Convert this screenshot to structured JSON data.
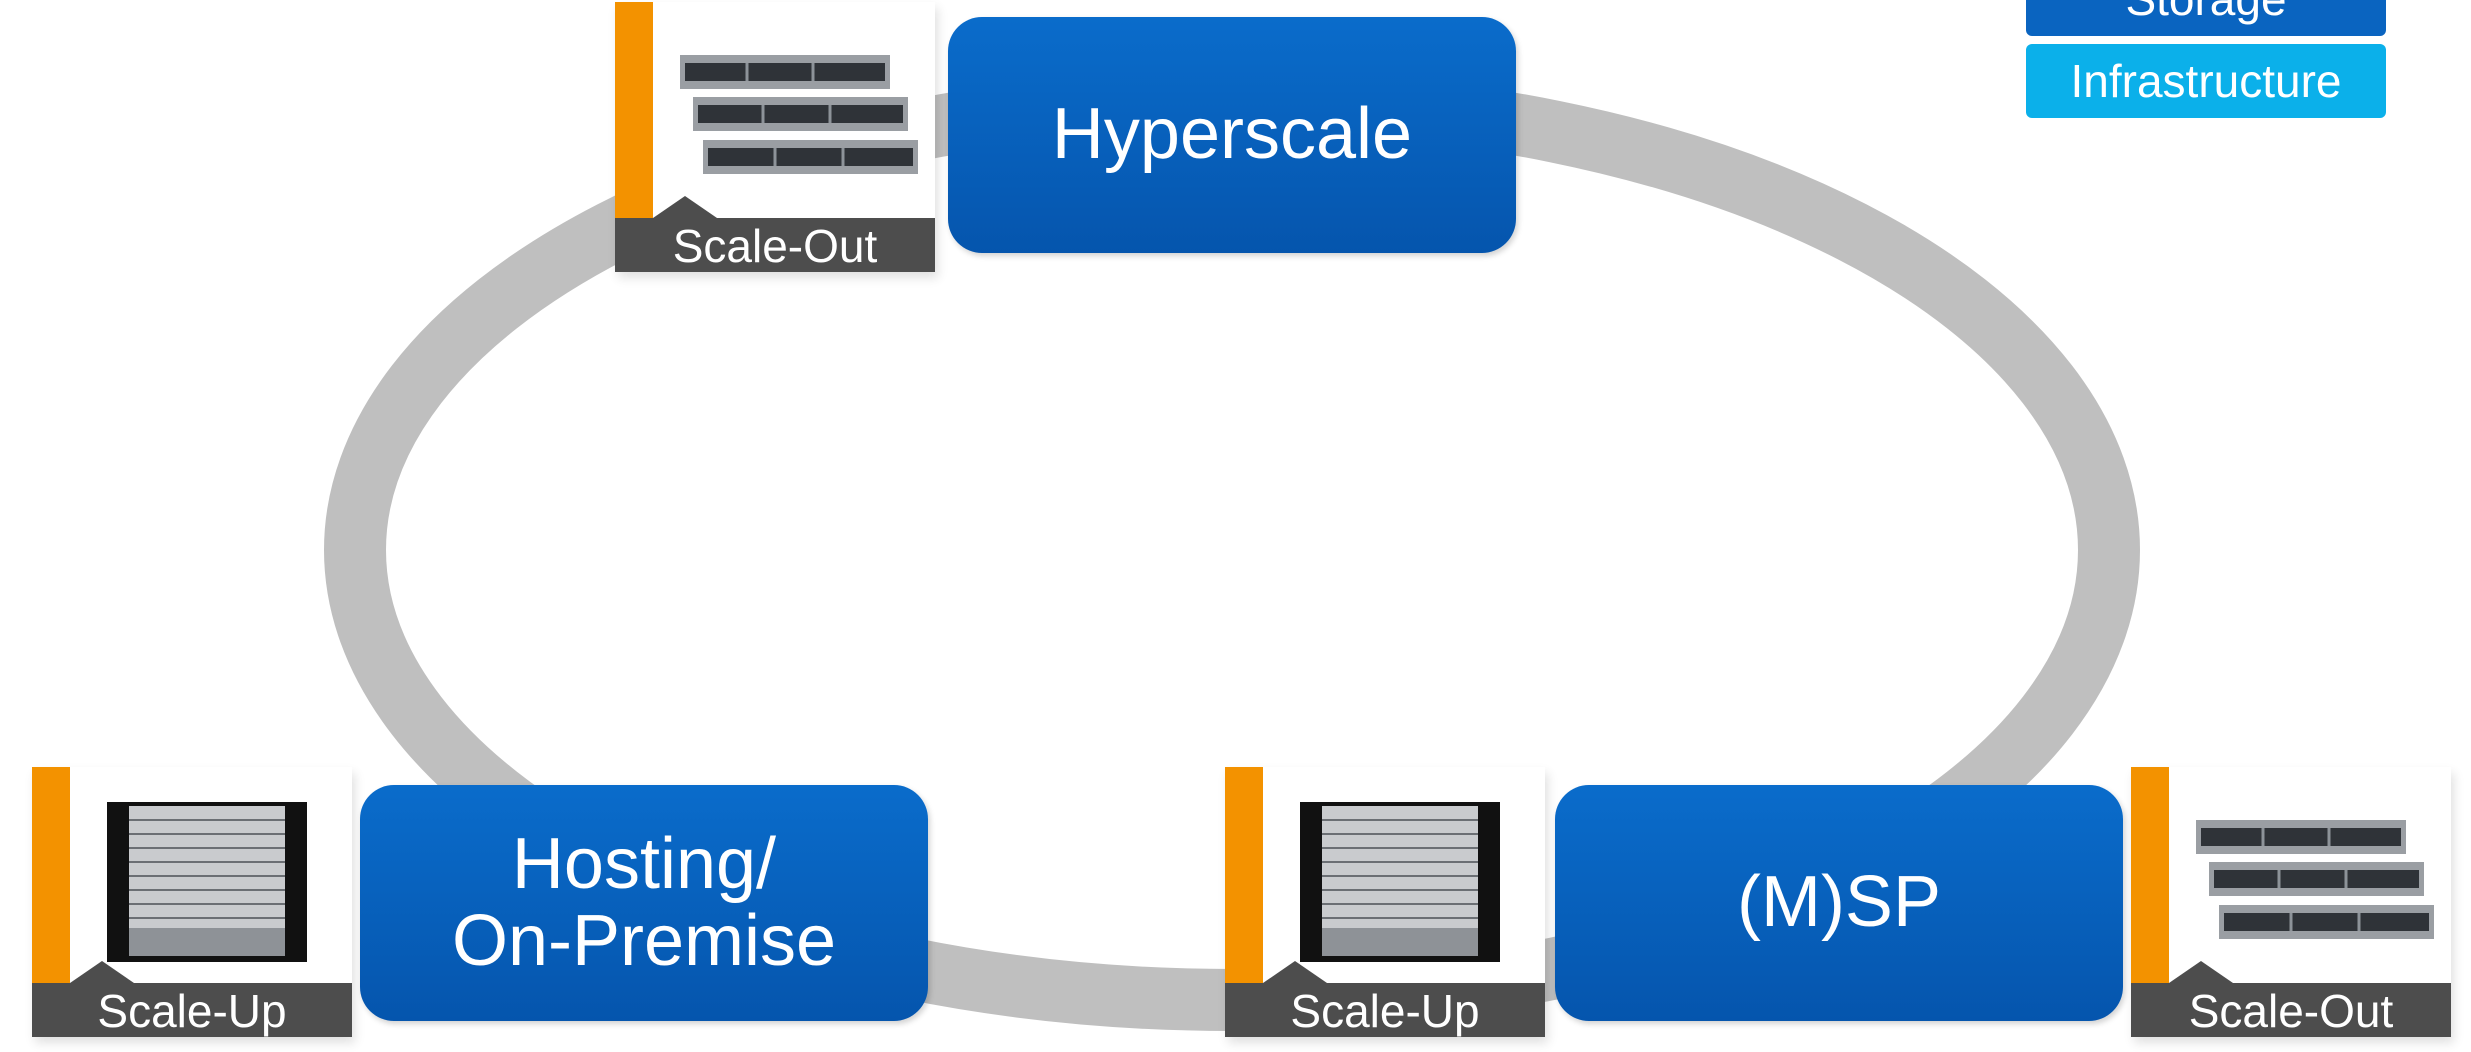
{
  "legend": {
    "storage_label": "Storage",
    "infrastructure_label": "Infrastructure",
    "storage_color": "#0a64c0",
    "infrastructure_color": "#0bb0ea"
  },
  "segments": {
    "hyperscale": {
      "line1": "Hyperscale"
    },
    "hosting": {
      "line1": "Hosting/",
      "line2": "On-Premise"
    },
    "msp": {
      "line1": "(M)SP"
    }
  },
  "cards": {
    "hyperscale": {
      "label": "Scale-Out",
      "image": "rack-servers-icon"
    },
    "hosting": {
      "label": "Scale-Up",
      "image": "tower-server-icon"
    },
    "msp_up": {
      "label": "Scale-Up",
      "image": "tower-server-icon"
    },
    "msp_out": {
      "label": "Scale-Out",
      "image": "rack-servers-icon"
    }
  },
  "colors": {
    "segment_blue": "#0a64c0",
    "accent_orange": "#f39200",
    "footer_gray": "#4d4d4d",
    "cycle_gray": "#bfbfbf"
  }
}
